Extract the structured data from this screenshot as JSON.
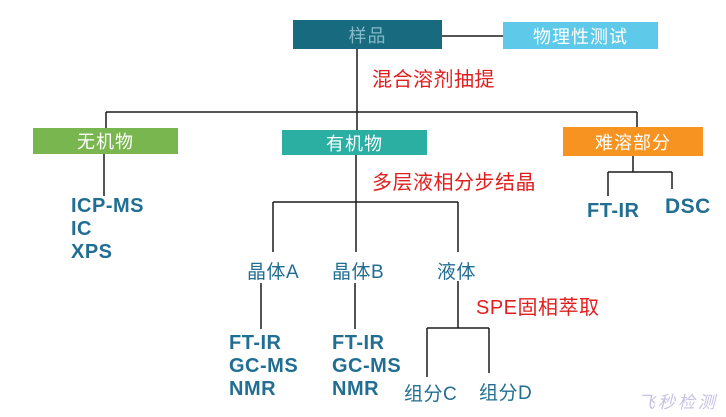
{
  "palette": {
    "bg": "#FFFFFF",
    "sample_box_bg": "#186B7E",
    "sample_box_text": "#85B9C8",
    "physical_box_bg": "#5FC9E9",
    "inorganic_box_bg": "#7AB650",
    "organic_box_bg": "#2BAFA3",
    "insoluble_box_bg": "#F79421",
    "box_text": "#FFFFFF",
    "label_text": "#226E93",
    "annotation_text": "#E01E1E",
    "line_color": "#1B1B1B",
    "watermark_text": "#C6C2E4"
  },
  "nodes": {
    "sample": "样品",
    "physical_test": "物理性测试",
    "inorganic": "无机物",
    "organic": "有机物",
    "insoluble": "难溶部分"
  },
  "annotations": {
    "mixed_solvent_extraction": "混合溶剂抽提",
    "fractional_crystallization": "多层液相分步结晶",
    "spe_extraction": "SPE固相萃取"
  },
  "branches": {
    "inorganic_methods": [
      "ICP-MS",
      "IC",
      "XPS"
    ],
    "organic_products": [
      "晶体A",
      "晶体B",
      "液体"
    ],
    "crystal_a_methods": [
      "FT-IR",
      "GC-MS",
      "NMR"
    ],
    "crystal_b_methods": [
      "FT-IR",
      "GC-MS",
      "NMR"
    ],
    "liquid_fractions": [
      "组分C",
      "组分D"
    ],
    "insoluble_methods": [
      "FT-IR",
      "DSC"
    ]
  },
  "watermark": "飞秒检测"
}
